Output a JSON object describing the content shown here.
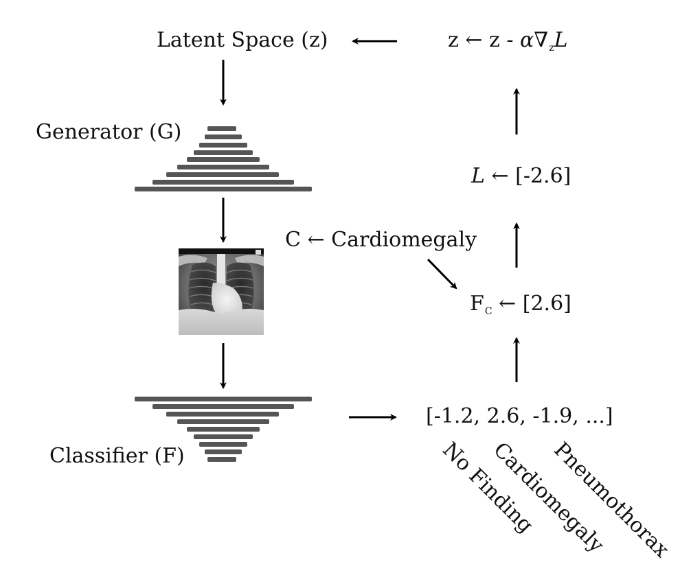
{
  "labels": {
    "latent_space": "Latent Space (z)",
    "update_prefix": "z ← z - ",
    "update_alpha": "α",
    "update_nabla": "∇",
    "update_sub": "z",
    "update_L": "L",
    "generator": "Generator (G)",
    "loss_L": "L",
    "loss_rest": " ← [-2.6]",
    "class_select": "C ← Cardiomegaly",
    "fc_F": "F",
    "fc_sub": "C",
    "fc_rest": " ← [2.6]",
    "classifier": "Classifier (F)",
    "output_vector": "[-1.2, 2.6, -1.9, ...]",
    "class_names": [
      "No Finding",
      "Cardiomegaly",
      "Pneumothorax"
    ]
  },
  "icons": {
    "network_bars": "stacked-bar-network",
    "arrow": "arrow",
    "image": "chest-xray"
  },
  "colors": {
    "text": "#111111",
    "bar": "#555555",
    "arrow": "#000000"
  }
}
